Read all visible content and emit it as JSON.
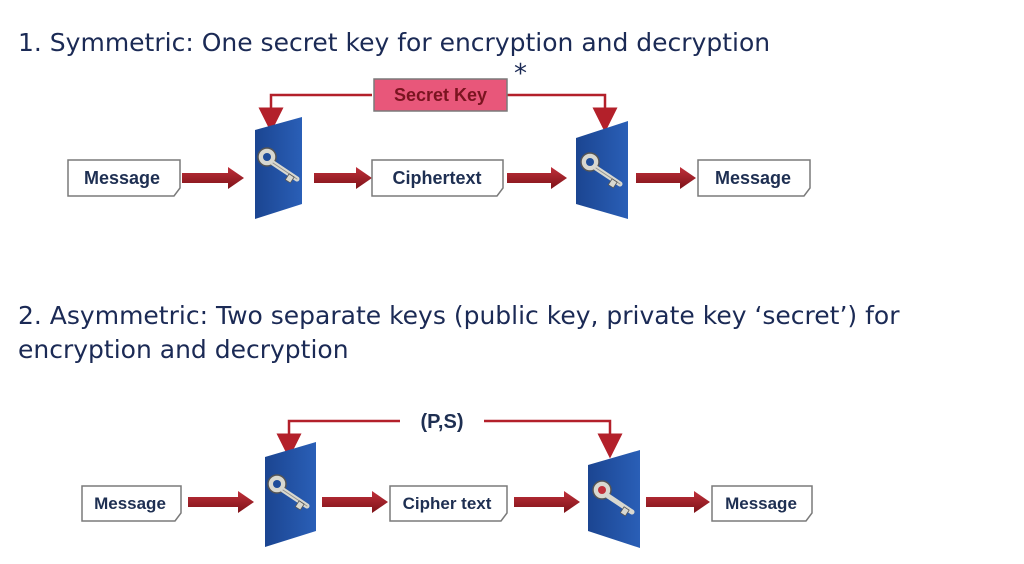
{
  "headings": {
    "symmetric": "1. Symmetric: One secret key for encryption and decryption",
    "asymmetric": "2. Asymmetric: Two separate keys (public key, private key ‘secret’) for encryption and decryption"
  },
  "symmetric": {
    "input": "Message",
    "middle": "Ciphertext",
    "output": "Message",
    "key": "Secret Key",
    "marker": "*"
  },
  "asymmetric": {
    "input": "Message",
    "middle": "Cipher text",
    "output": "Message",
    "key": "(P,S)"
  },
  "colors": {
    "heading": "#1b2a55",
    "arrow": "#9b1b22",
    "line": "#b3202a",
    "panel": "#1f4d9a",
    "key_box": "#e8577a",
    "box_border": "#7a7a7a"
  },
  "icons": {
    "encrypt": "key-icon",
    "decrypt": "key-icon"
  }
}
